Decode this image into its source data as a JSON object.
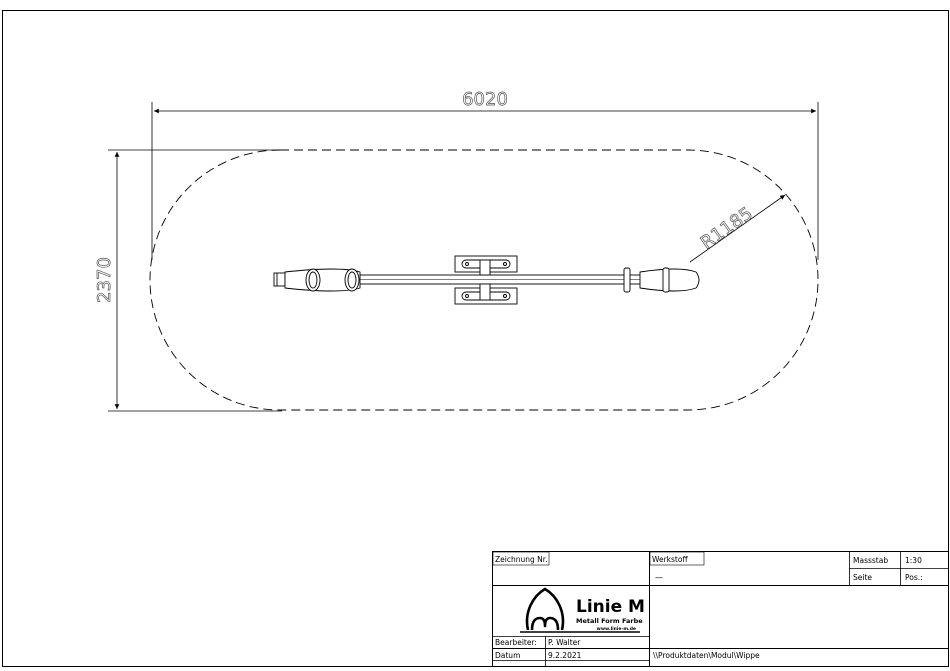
{
  "drawing": {
    "dimensions": {
      "length": "6020",
      "width": "2370",
      "radius": "R1185"
    }
  },
  "title_block": {
    "zeichnung_label": "Zeichnung  Nr.",
    "werkstoff_label": "Werkstoff",
    "werkstoff_value": "—",
    "massstab_label": "Massstab",
    "massstab_value": "1:30",
    "seite_label": "Seite",
    "pos_label": "Pos.:",
    "bearbeiter_label": "Bearbeiter:",
    "bearbeiter_value": "P. Walter",
    "datum_label": "Datum",
    "datum_value": "9.2.2021",
    "path": "\\\\Produktdaten\\Modul\\Wippe",
    "logo": {
      "brand": "Linie M",
      "tagline": "Metall Form Farbe",
      "url": "www.linie-m.de"
    }
  }
}
